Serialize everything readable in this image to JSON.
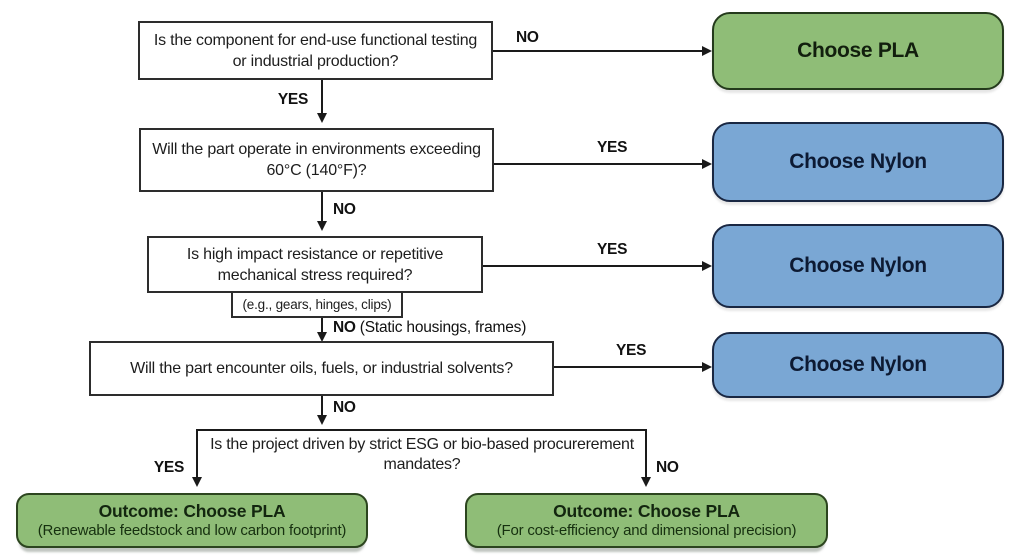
{
  "flowchart": {
    "colors": {
      "pla_green": "#8fbd77",
      "nylon_blue": "#7aa7d4",
      "line": "#1a1a1a"
    },
    "q1": {
      "text": "Is the component for end-use functional testing or industrial production?",
      "no": "NO",
      "yes": "YES"
    },
    "q2": {
      "text": "Will the part operate in environments exceeding 60°C (140°F)?",
      "yes": "YES",
      "no": "NO"
    },
    "q3": {
      "text": "Is high impact resistance or repetitive mechanical stress required?",
      "example_note": "(e.g., gears, hinges, clips)",
      "yes": "YES",
      "no": "NO",
      "no_note": " (Static housings, frames)"
    },
    "q4": {
      "text": "Will the part encounter oils, fuels, or industrial solvents?",
      "yes": "YES",
      "no": "NO"
    },
    "q5": {
      "text": "Is the project driven by strict ESG or bio-based procurerement mandates?",
      "yes": "YES",
      "no": "NO"
    },
    "results": {
      "pla": "Choose PLA",
      "nylon1": "Choose Nylon",
      "nylon2": "Choose Nylon",
      "nylon3": "Choose Nylon"
    },
    "outcome_left": {
      "title": "Outcome: Choose PLA",
      "subtitle": "(Renewable feedstock and low carbon footprint)"
    },
    "outcome_right": {
      "title": "Outcome: Choose PLA",
      "subtitle": "(For cost-efficiency and dimensional precision)"
    }
  }
}
